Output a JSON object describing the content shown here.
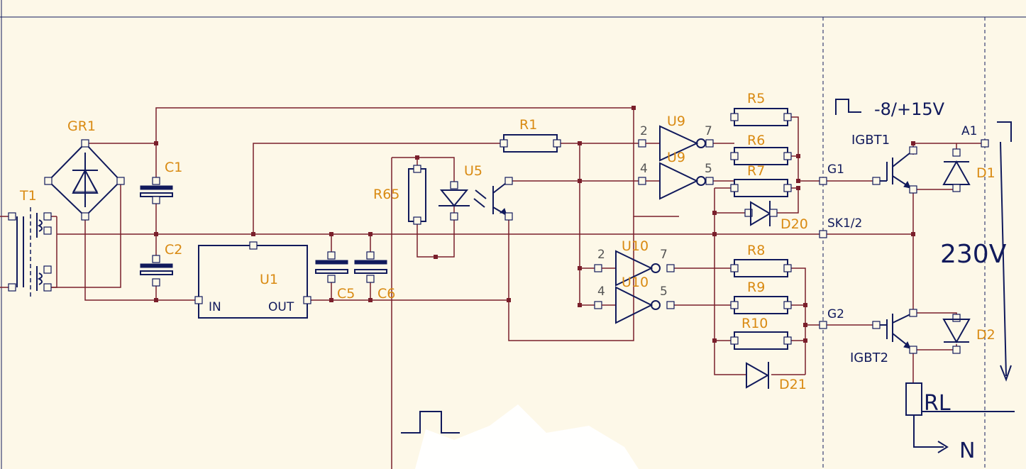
{
  "components": {
    "T1": "T1",
    "GR1": "GR1",
    "C1": "C1",
    "C2": "C2",
    "C5": "C5",
    "C6": "C6",
    "U1": "U1",
    "U1_in": "IN",
    "U1_out": "OUT",
    "R65": "R65",
    "U5": "U5",
    "R1": "R1",
    "U9a": "U9",
    "U9b": "U9",
    "U10a": "U10",
    "U10b": "U10",
    "R5": "R5",
    "R6": "R6",
    "R7": "R7",
    "R8": "R8",
    "R9": "R9",
    "R10": "R10",
    "D20": "D20",
    "D21": "D21",
    "D1": "D1",
    "D2": "D2",
    "IGBT1": "IGBT1",
    "IGBT2": "IGBT2"
  },
  "pins": {
    "u9_in1": "2",
    "u9_out1": "7",
    "u9_in2": "4",
    "u9_out2": "5",
    "u10_in1": "2",
    "u10_out1": "7",
    "u10_in2": "4",
    "u10_out2": "5"
  },
  "nets": {
    "G1": "G1",
    "G2": "G2",
    "SK": "SK1/2",
    "A1": "A1"
  },
  "handwritten": {
    "voltage_note": "-8/+15V",
    "mains": "230V",
    "load": "RL",
    "neutral": "N"
  },
  "colors": {
    "background": "#fdf8e8",
    "wire": "#7a1f2b",
    "symbol": "#111a5c",
    "label": "#d98a12"
  }
}
